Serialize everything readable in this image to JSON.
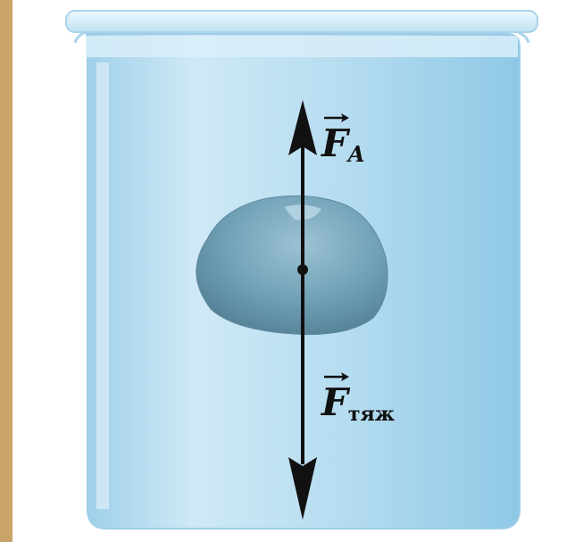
{
  "labels": {
    "buoyant_force": {
      "symbol": "F",
      "subscript": "A"
    },
    "gravity_force": {
      "symbol": "F",
      "subscript": "тяж"
    }
  },
  "icons": [
    "beaker-icon",
    "stone-icon",
    "up-arrow-icon",
    "down-arrow-icon",
    "vector-arrow-icon"
  ],
  "colors": {
    "background": "#c9a468",
    "panel": "#ffffff",
    "water": "#a9d6ee",
    "glass_rim": "#d8eef8",
    "stone": "#6e9bb0",
    "arrow": "#111111"
  }
}
